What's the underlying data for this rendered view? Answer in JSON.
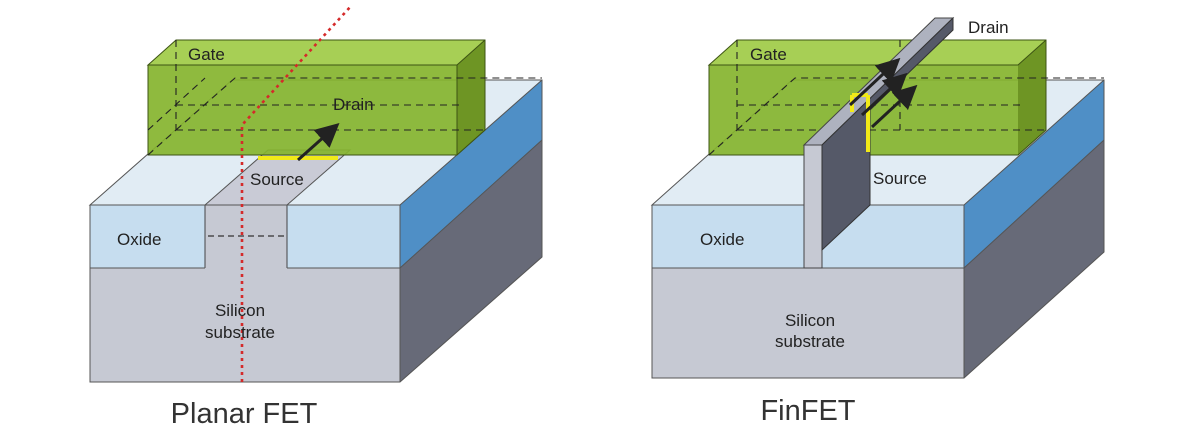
{
  "colors": {
    "gate_front": "#86b42e",
    "gate_top": "#a7cf55",
    "gate_side": "#6e9524",
    "oxide_top": "#e1ecf4",
    "oxide_front": "#c6ddef",
    "oxide_side": "#4f8fc6",
    "substrate_front": "#c6c9d3",
    "substrate_side": "#676a78",
    "channel_highlight": "#f2ea18",
    "field_line": "#d42a2a"
  },
  "planar": {
    "caption": "Planar FET",
    "gate_label": "Gate",
    "drain_label": "Drain",
    "source_label": "Source",
    "oxide_label": "Oxide",
    "substrate_label_line1": "Silicon",
    "substrate_label_line2": "substrate"
  },
  "finfet": {
    "caption": "FinFET",
    "gate_label": "Gate",
    "drain_label": "Drain",
    "source_label": "Source",
    "oxide_label": "Oxide",
    "substrate_label_line1": "Silicon",
    "substrate_label_line2": "substrate"
  }
}
